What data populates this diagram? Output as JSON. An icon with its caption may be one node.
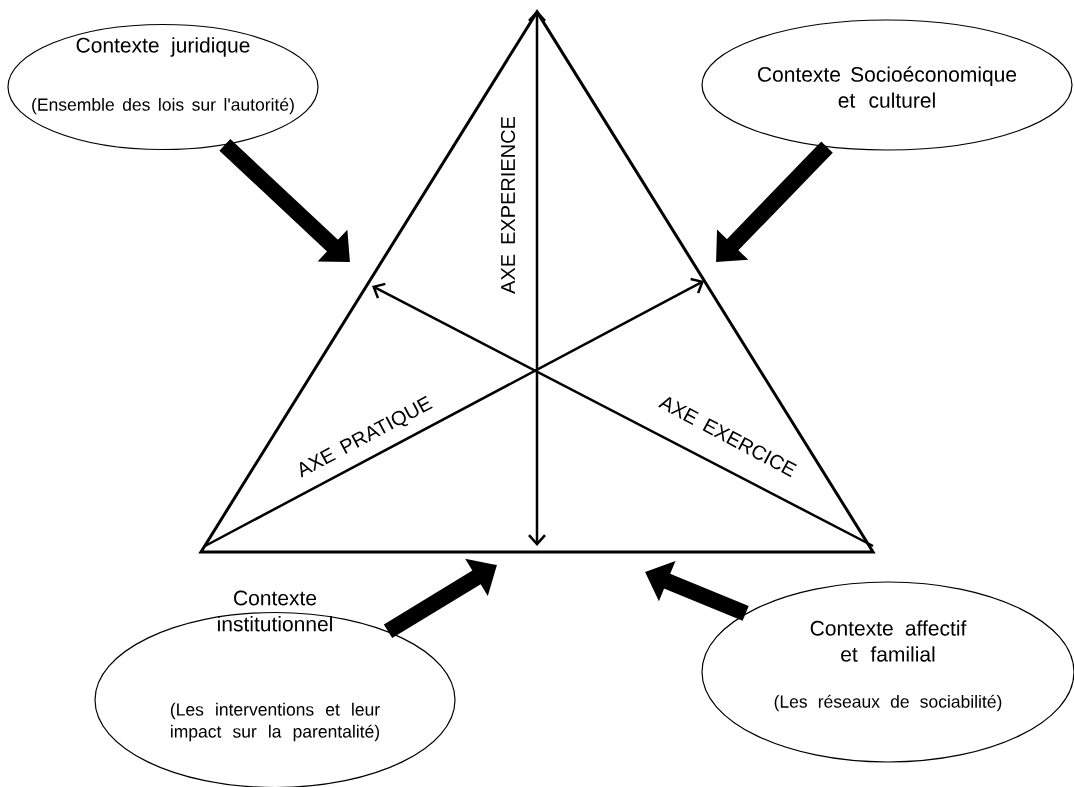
{
  "diagram": {
    "nodes": [
      {
        "text": [],
        "shape": "triangle"
      },
      {
        "text": [
          "Contexte juridique",
          "(Ensemble des lois sur l'autorité)"
        ]
      },
      {
        "text": [
          "Contexte Socioéconomique et culturel"
        ]
      },
      {
        "text": [
          "Contexte institutionnel",
          "(Les interventions et leur impact sur la parentalité)"
        ]
      },
      {
        "text": [
          "Contexte affectif et familial",
          "(Les réseaux de sociabilité)"
        ]
      }
    ],
    "edges": [
      {
        "from": 1,
        "to": 0,
        "arrow": "to"
      },
      {
        "from": 2,
        "to": 0,
        "arrow": "to"
      },
      {
        "from": 3,
        "to": 0,
        "arrow": "to"
      },
      {
        "from": 4,
        "to": 0,
        "arrow": "to"
      }
    ],
    "labels": [
      "AXE EXPERIENCE",
      "AXE PRATIQUE",
      "AXE EXERCICE"
    ]
  }
}
